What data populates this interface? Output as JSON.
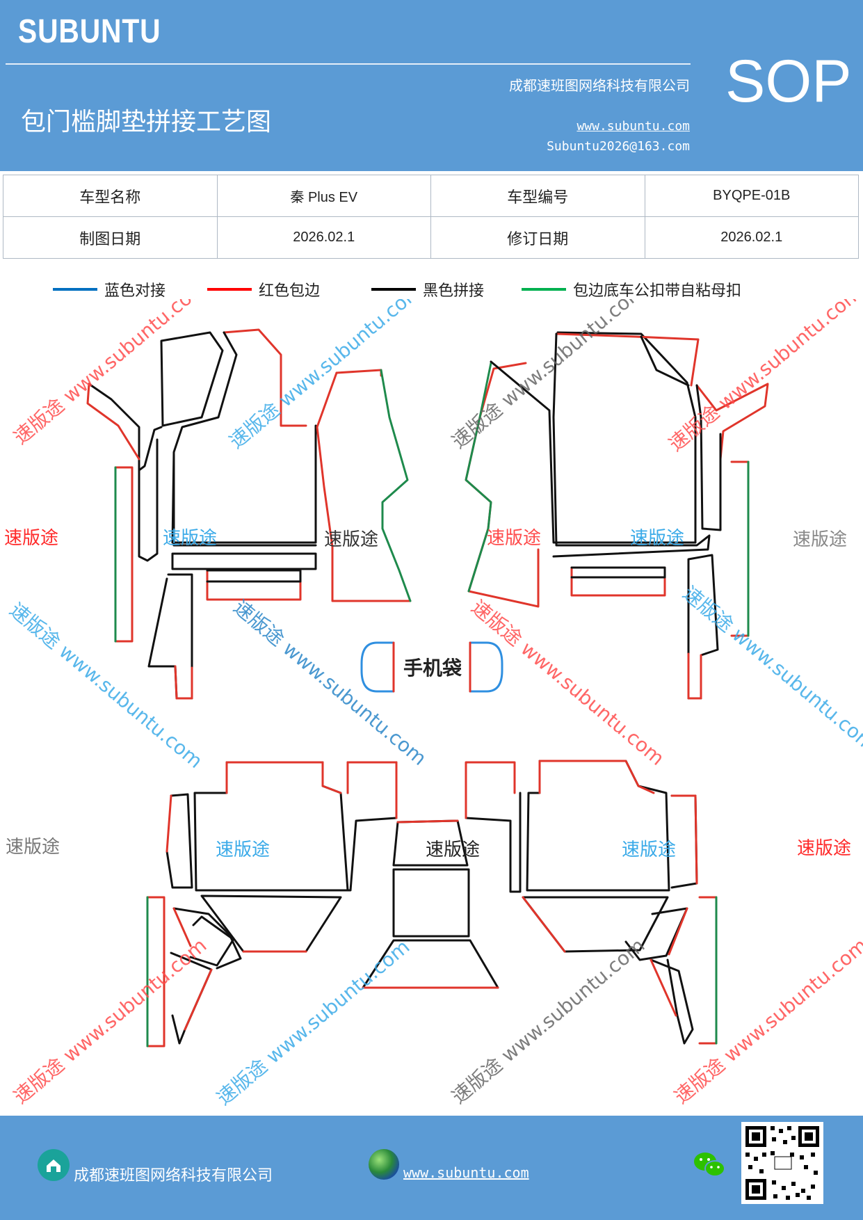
{
  "header": {
    "brand": "SUBUNTU",
    "title": "包门槛脚垫拼接工艺图",
    "company": "成都速班图网络科技有限公司",
    "website": "www.subuntu.com",
    "email": "Subuntu2026@163.com",
    "badge": "SOP"
  },
  "info": {
    "model_name_label": "车型名称",
    "model_name": "秦 Plus EV",
    "model_code_label": "车型编号",
    "model_code": "BYQPE-01B",
    "draw_date_label": "制图日期",
    "draw_date": "2026.02.1",
    "revise_date_label": "修订日期",
    "revise_date": "2026.02.1"
  },
  "legend": [
    {
      "label": "蓝色对接",
      "color": "#0070c0"
    },
    {
      "label": "红色包边",
      "color": "#ff0000"
    },
    {
      "label": "黑色拼接",
      "color": "#000000"
    },
    {
      "label": "包边底车公扣带自粘母扣",
      "color": "#00b050"
    }
  ],
  "diagram": {
    "phone_bag_label": "手机袋",
    "watermark": "速版途",
    "watermark_url": "www.subuntu.com"
  },
  "colors": {
    "header_bg": "#5b9bd5",
    "red": "#e0352b",
    "green": "#1e8a4c",
    "blue": "#2f8fe0",
    "wm_red": "#ff4b4b",
    "wm_blue": "#3aaae8",
    "wm_gray": "#888888"
  },
  "footer": {
    "company": "成都速班图网络科技有限公司",
    "website": "www.subuntu.com"
  },
  "icons": [
    "home-icon",
    "globe-icon",
    "wechat-icon",
    "qr-code"
  ]
}
